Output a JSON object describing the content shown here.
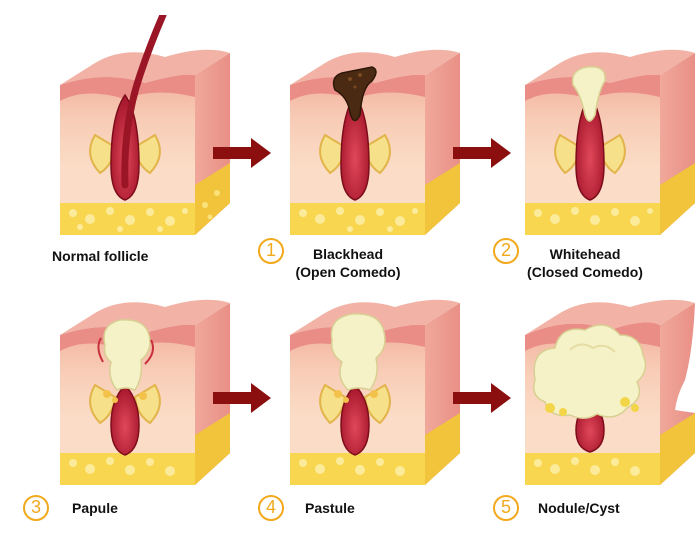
{
  "stages": [
    {
      "id": "normal",
      "number": "",
      "title": "Normal follicle",
      "subtitle": ""
    },
    {
      "id": "blackhead",
      "number": "1",
      "title": "Blackhead",
      "subtitle": "(Open Comedo)"
    },
    {
      "id": "whitehead",
      "number": "2",
      "title": "Whitehead",
      "subtitle": "(Closed Comedo)"
    },
    {
      "id": "papule",
      "number": "3",
      "title": "Papule",
      "subtitle": ""
    },
    {
      "id": "pastule",
      "number": "4",
      "title": "Pastule",
      "subtitle": ""
    },
    {
      "id": "nodule",
      "number": "5",
      "title": "Nodule/Cyst",
      "subtitle": ""
    }
  ],
  "colors": {
    "arrow": "#8b0f0f",
    "number_ring": "#f2a91c",
    "skin_top": "#f7c9b5",
    "skin_mid": "#fbd9c2",
    "fat_layer": "#f7d54a",
    "follicle": "#b0192b",
    "sebum": "#f6f2c8",
    "blackhead_plug": "#4a2a12"
  }
}
